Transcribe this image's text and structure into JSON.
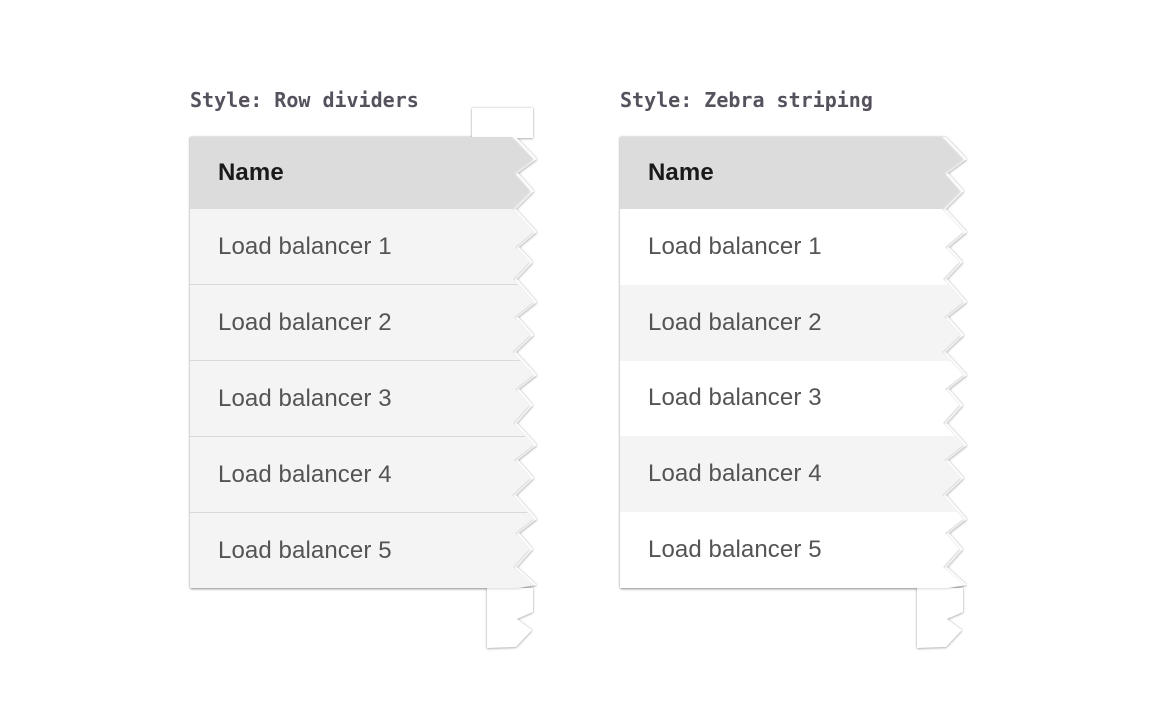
{
  "page": {
    "background_color": "#ffffff",
    "description": "Two example data tables with torn right edges comparing table row styles"
  },
  "colors": {
    "header_bg": "#dcdcdc",
    "row_bg": "#f4f4f4",
    "zebra_alt_bg": "#ffffff",
    "row_divider": "#d9d9d9",
    "header_text": "#1a1a1a",
    "row_text": "#545454",
    "caption_text": "#55525d"
  },
  "figures": [
    {
      "label": "Style: Row dividers",
      "style": "row-dividers",
      "header": "Name",
      "rows": [
        "Load balancer 1",
        "Load balancer 2",
        "Load balancer 3",
        "Load balancer 4",
        "Load balancer 5"
      ]
    },
    {
      "label": "Style: Zebra striping",
      "style": "zebra-striping",
      "header": "Name",
      "rows": [
        "Load balancer 1",
        "Load balancer 2",
        "Load balancer 3",
        "Load balancer 4",
        "Load balancer 5"
      ]
    }
  ]
}
